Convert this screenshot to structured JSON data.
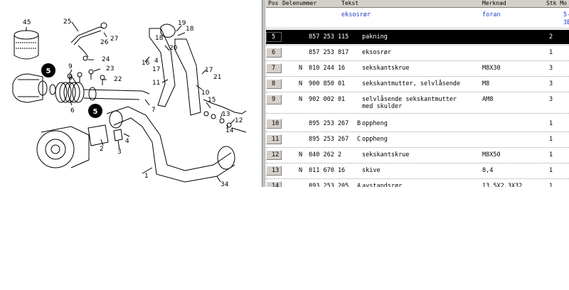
{
  "diagram": {
    "callouts": [
      "45",
      "25",
      "26",
      "27",
      "19",
      "18",
      "9",
      "24",
      "23",
      "22",
      "20",
      "16",
      "4",
      "5",
      "8",
      "6",
      "10",
      "17",
      "21",
      "11",
      "7",
      "5",
      "15",
      "13",
      "12",
      "14",
      "3",
      "2",
      "1",
      "34"
    ],
    "highlighted": [
      "5",
      "5"
    ]
  },
  "table": {
    "headers": {
      "pos": "Pos",
      "delenummer": "Delenummer",
      "tekst": "Tekst",
      "merknad": "Merknad",
      "stk": "Stk Mo"
    },
    "subheader": {
      "tekst": "eksosrør",
      "merknad": "foran",
      "stk": "5-",
      "stk2": "3B"
    },
    "rows": [
      {
        "pos": "5",
        "prefix": "",
        "num": "857 253 115",
        "suffix": "",
        "tekst": "pakning",
        "tekst2": "",
        "merknad": "",
        "stk": "2",
        "selected": true
      },
      {
        "pos": "6",
        "prefix": "",
        "num": "857 253 817",
        "suffix": "",
        "tekst": "eksosrør",
        "tekst2": "",
        "merknad": "",
        "stk": "1",
        "selected": false
      },
      {
        "pos": "7",
        "prefix": "N",
        "num": "010 244 16",
        "suffix": "",
        "tekst": "sekskantskrue",
        "tekst2": "",
        "merknad": "M8X30",
        "stk": "3",
        "selected": false
      },
      {
        "pos": "8",
        "prefix": "N",
        "num": "900 850 01",
        "suffix": "",
        "tekst": "sekskantmutter, selvlåsende",
        "tekst2": "",
        "merknad": "M8",
        "stk": "3",
        "selected": false
      },
      {
        "pos": "9",
        "prefix": "N",
        "num": "902 002 01",
        "suffix": "",
        "tekst": "selvlåsende sekskantmutter",
        "tekst2": "med skulder",
        "merknad": "AM8",
        "stk": "3",
        "selected": false
      },
      {
        "pos": "10",
        "prefix": "",
        "num": "895 253 267",
        "suffix": "B",
        "tekst": "oppheng",
        "tekst2": "",
        "merknad": "",
        "stk": "1",
        "selected": false
      },
      {
        "pos": "11",
        "prefix": "",
        "num": "895 253 267",
        "suffix": "C",
        "tekst": "oppheng",
        "tekst2": "",
        "merknad": "",
        "stk": "1",
        "selected": false
      },
      {
        "pos": "12",
        "prefix": "N",
        "num": "040 262 2",
        "suffix": "",
        "tekst": "sekskantskrue",
        "tekst2": "",
        "merknad": "M8X50",
        "stk": "1",
        "selected": false
      },
      {
        "pos": "13",
        "prefix": "N",
        "num": "011 670 16",
        "suffix": "",
        "tekst": "skive",
        "tekst2": "",
        "merknad": "8,4",
        "stk": "1",
        "selected": false
      },
      {
        "pos": "14",
        "prefix": "",
        "num": "893 253 205",
        "suffix": "A",
        "tekst": "avstandsrør",
        "tekst2": "",
        "merknad": "13.5X2.3X32",
        "stk": "1",
        "selected": false
      }
    ]
  },
  "colors": {
    "selected_bg": "#000000",
    "selected_fg": "#ffffff",
    "subheader": "#2040c0",
    "header_bg": "#d4d0c8"
  }
}
